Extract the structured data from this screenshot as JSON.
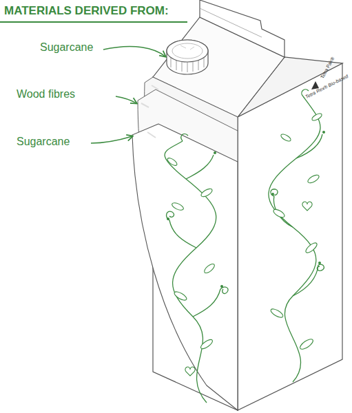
{
  "diagram": {
    "title": "MATERIALS DERIVED FROM:",
    "labels": [
      "Sugarcane",
      "Wood fibres",
      "Sugarcane",
      "Tetra Pak®",
      "Tetra Rex® Bio-based"
    ]
  }
}
